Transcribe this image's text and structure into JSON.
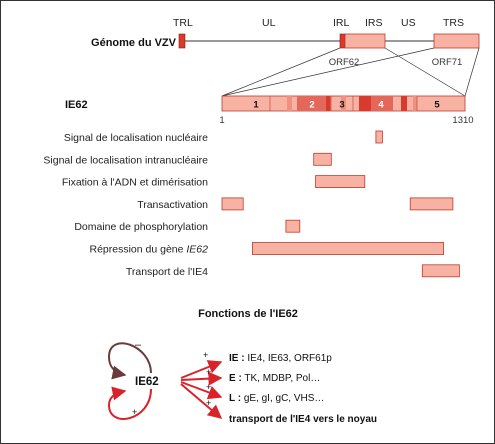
{
  "colors": {
    "box_fill": "#f7b2a3",
    "box_stroke": "#c0392b",
    "dark_red": "#d93a2b",
    "mid_red": "#e4685a",
    "arrow_red": "#d8232a",
    "arrow_brown": "#6b3b3b",
    "line": "#333333"
  },
  "genome": {
    "title": "Génome du VZV",
    "regions": [
      "TRL",
      "UL",
      "IRL",
      "IRS",
      "US",
      "TRS"
    ],
    "orf_labels": [
      "ORF62",
      "ORF71"
    ]
  },
  "protein": {
    "title": "IE62",
    "start": "1",
    "end": "1310",
    "length": 1310,
    "region_numbers": [
      "1",
      "2",
      "3",
      "4",
      "5"
    ]
  },
  "domains": [
    {
      "label": "Signal de localisation nucléaire",
      "label_italic": "",
      "segments": [
        [
          830,
          865
        ]
      ]
    },
    {
      "label": "Signal de localisation intranucléaire",
      "label_italic": "",
      "segments": [
        [
          495,
          590
        ]
      ]
    },
    {
      "label": "Fixation à l'ADN et dimérisation",
      "label_italic": "",
      "segments": [
        [
          505,
          770
        ]
      ]
    },
    {
      "label": "Transactivation",
      "label_italic": "",
      "segments": [
        [
          1,
          115
        ],
        [
          1015,
          1245
        ]
      ]
    },
    {
      "label": "Domaine de phosphorylation",
      "label_italic": "",
      "segments": [
        [
          345,
          420
        ]
      ]
    },
    {
      "label": "Répression du gène ",
      "label_italic": "IE62",
      "segments": [
        [
          165,
          1195
        ]
      ]
    },
    {
      "label": "Transport de l'IE4",
      "label_italic": "",
      "segments": [
        [
          1080,
          1280
        ]
      ]
    }
  ],
  "functions": {
    "title": "Fonctions de l'IE62",
    "center": "IE62",
    "minus": "–",
    "plus": "+",
    "items": [
      {
        "key": "IE :",
        "text": " IE4, IE63, ORF61p"
      },
      {
        "key": "E :",
        "text": " TK, MDBP, Pol…"
      },
      {
        "key": "L :",
        "text": " gE, gI, gC, VHS…"
      },
      {
        "key": "",
        "text": "transport de l'IE4 vers le noyau",
        "bold": true
      }
    ]
  }
}
